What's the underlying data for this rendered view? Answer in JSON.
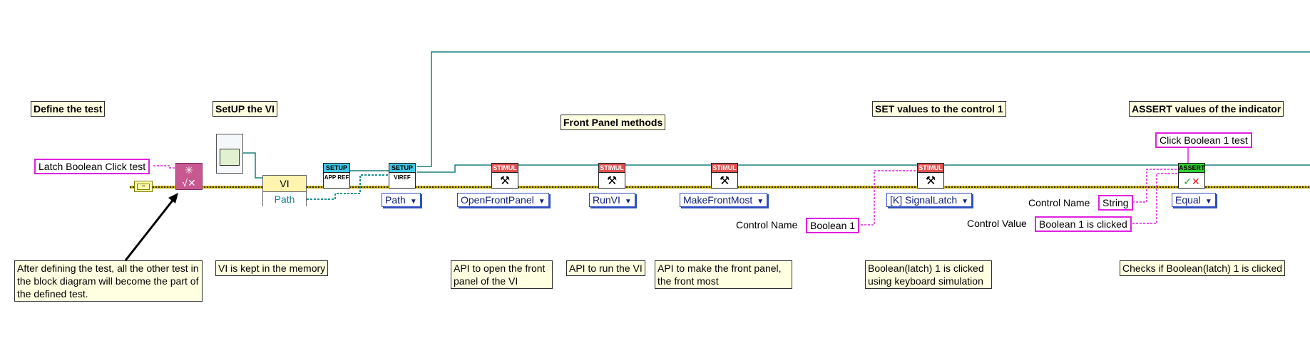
{
  "section_titles": {
    "define": "Define the test",
    "setup": "SetUP the VI",
    "front_panel": "Front Panel methods",
    "set_values": "SET values to the control 1",
    "assert": "ASSERT values of the indicator"
  },
  "constants": {
    "test_name": "Latch Boolean Click test",
    "control_name_1": "Boolean 1",
    "assert_name": "Click Boolean 1 test",
    "string_type": "String",
    "control_value": "Boolean 1 is clicked"
  },
  "plain_labels": {
    "control_name_a": "Control Name",
    "control_name_b": "Control Name",
    "control_value": "Control Value"
  },
  "nodes": {
    "setup1_hdr": "SETUP",
    "setup1_body": "APP REF",
    "setup2_hdr": "SETUP",
    "setup2_body": "VIREF",
    "stimul1_hdr": "STIMUL",
    "stimul2_hdr": "STIMUL",
    "stimul3_hdr": "STIMUL",
    "stimul4_hdr": "STIMUL",
    "assert_hdr": "ASSERT",
    "vi_ref": "VI",
    "path_out": "Path"
  },
  "rings": {
    "path": "Path",
    "open_fp": "OpenFrontPanel",
    "run_vi": "RunVI",
    "make_front": "MakeFrontMost",
    "signal_latch": "[K] SignalLatch",
    "equal": "Equal"
  },
  "notes": {
    "define_note": "After defining the test, all the other test in the block diagram will become the part of the defined test.",
    "memory_note": "VI is kept in the memory",
    "open_fp_note": "API to open the front panel of the VI",
    "run_vi_note": "API to run the VI",
    "make_front_note": "API to make the front panel, the front most",
    "signal_note": "Boolean(latch) 1 is clicked using keyboard simulation",
    "assert_note": "Checks if Boolean(latch) 1 is clicked"
  },
  "colors": {
    "error_wire": "#c8b400",
    "ref_wire": "#1a7f7f",
    "string_wire": "#e020e0",
    "label_bg": "#ffffe1"
  }
}
